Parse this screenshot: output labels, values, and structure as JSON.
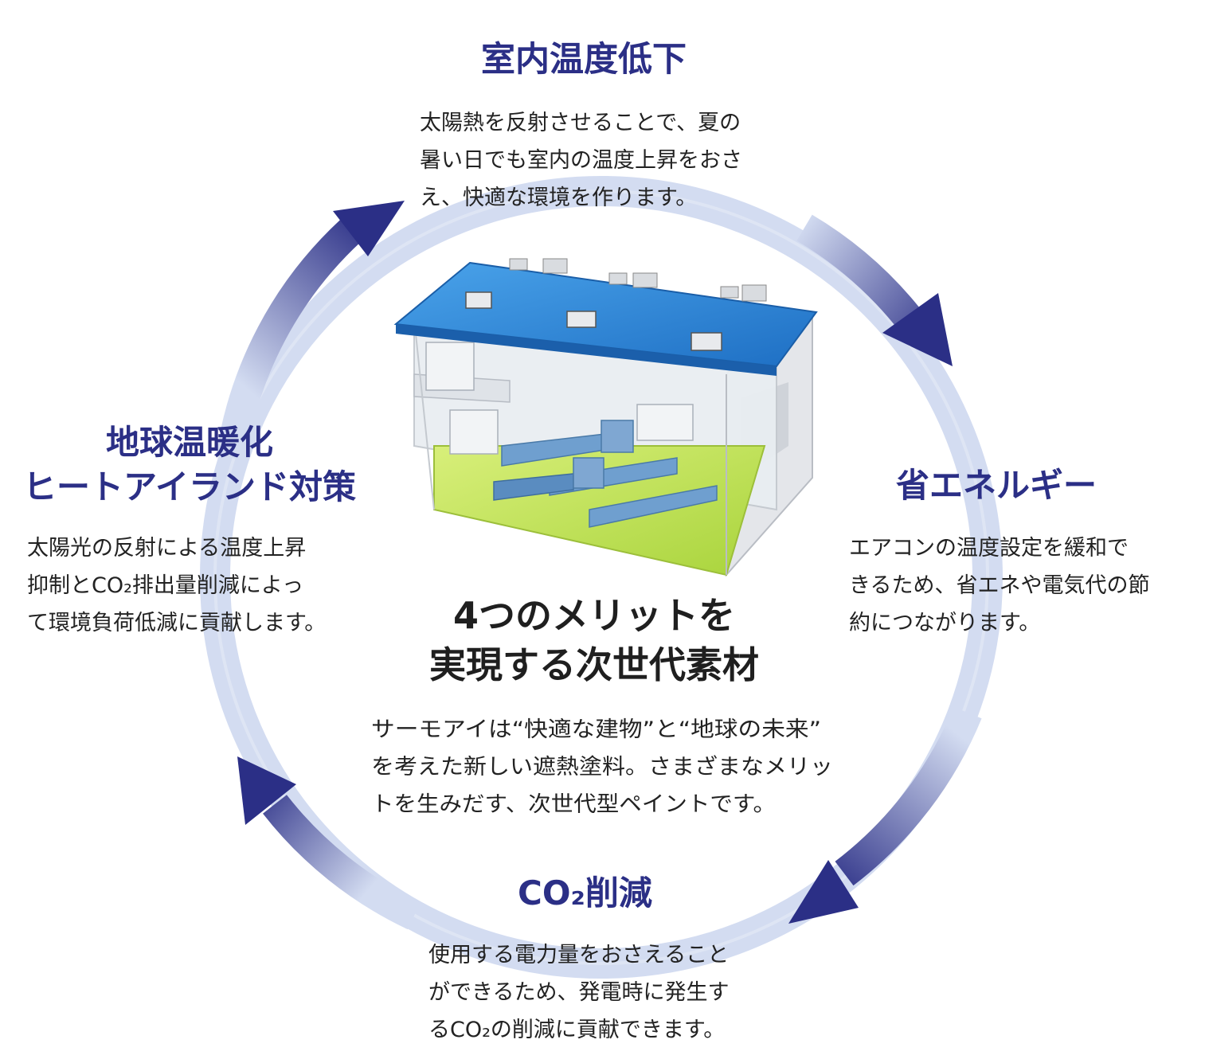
{
  "top": {
    "heading": "室内温度低下",
    "lines": [
      "太陽熱を反射させることで、夏の",
      "暑い日でも室内の温度上昇をおさ",
      "え、快適な環境を作ります。"
    ]
  },
  "right": {
    "heading": "省エネルギー",
    "lines": [
      "エアコンの温度設定を緩和で",
      "きるため、省エネや電気代の節",
      "約につながります。"
    ]
  },
  "bottom": {
    "heading": "CO₂削減",
    "lines": [
      "使用する電力量をおさえること",
      "ができるため、発電時に発生す",
      "るCO₂の削減に貢献できます。"
    ]
  },
  "left": {
    "heading_lines": [
      "地球温暖化",
      "ヒートアイランド対策"
    ],
    "lines": [
      "太陽光の反射による温度上昇",
      "抑制とCO₂排出量削減によっ",
      "て環境負荷低減に貢献します。"
    ]
  },
  "center": {
    "title_lines": [
      "4つのメリットを",
      "実現する次世代素材"
    ],
    "lines": [
      "サーモアイは“快適な建物”と“地球の未来”",
      "を考えた新しい遮熱塗料。さまざまなメリッ",
      "トを生みだす、次世代型ペイントです。"
    ]
  },
  "colors": {
    "ring_light": "#d3dcf1",
    "arrow_dark": "#2b2f86",
    "heading": "#2b2f86",
    "roof": "#2f86d8",
    "floor": "#c4e25a"
  },
  "icons": [
    "building-illustration",
    "cycle-arrow-icon"
  ]
}
